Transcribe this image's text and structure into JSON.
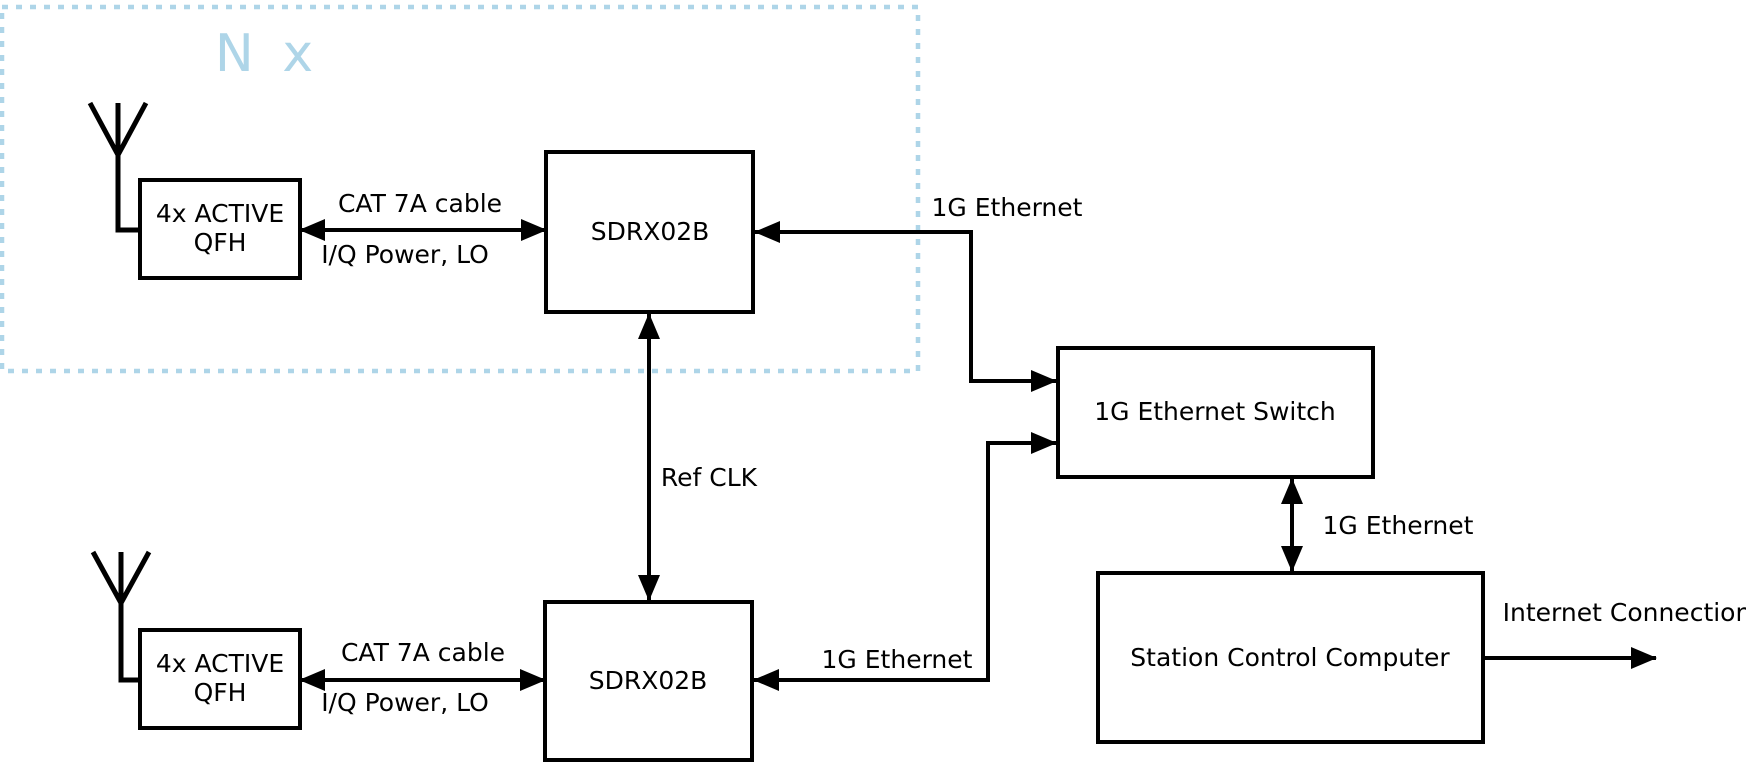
{
  "colors": {
    "accent": "#aed5e8",
    "line": "#000000",
    "background": "#ffffff"
  },
  "group": {
    "label": "N x"
  },
  "nodes": {
    "qfh_top": {
      "line1": "4x ACTIVE",
      "line2": "QFH"
    },
    "sdrx_top": {
      "label": "SDRX02B"
    },
    "qfh_bottom": {
      "line1": "4x ACTIVE",
      "line2": "QFH"
    },
    "sdrx_bottom": {
      "label": "SDRX02B"
    },
    "ethernet_switch": {
      "label": "1G Ethernet Switch"
    },
    "station_computer": {
      "label": "Station Control Computer"
    }
  },
  "edges": {
    "cable_top": {
      "above": "CAT 7A cable",
      "below": "I/Q Power, LO"
    },
    "cable_bottom": {
      "above": "CAT 7A cable",
      "below": "I/Q Power, LO"
    },
    "ethernet_top": {
      "label": "1G Ethernet"
    },
    "ethernet_bottom": {
      "label": "1G Ethernet"
    },
    "ref_clk": {
      "label": "Ref CLK"
    },
    "ethernet_switch_computer": {
      "label": "1G Ethernet"
    },
    "internet": {
      "label": "Internet Connection"
    }
  }
}
